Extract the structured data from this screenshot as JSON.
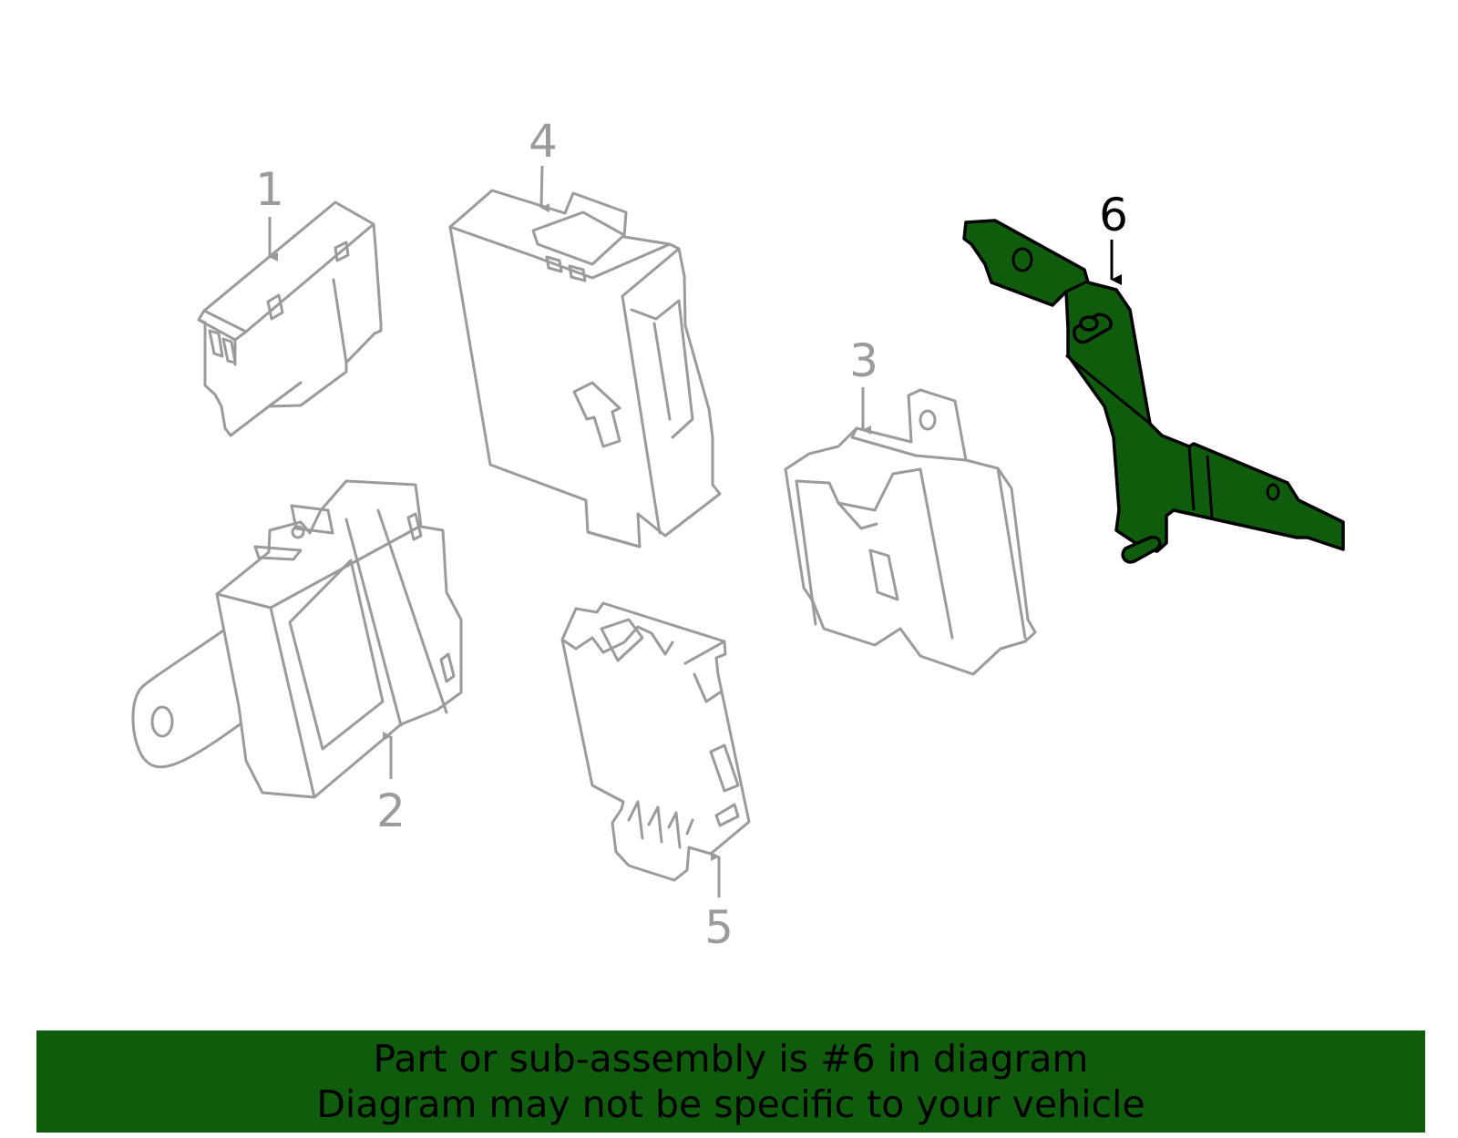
{
  "callouts": [
    "1",
    "2",
    "3",
    "4",
    "5",
    "6"
  ],
  "highlighted_part": "6",
  "highlight_color": "#0f5c0c",
  "outline_color": "#9b9b9b",
  "banner": {
    "line1": "Part or sub-assembly is #6 in diagram",
    "line2": "Diagram may not be specific to your vehicle"
  }
}
